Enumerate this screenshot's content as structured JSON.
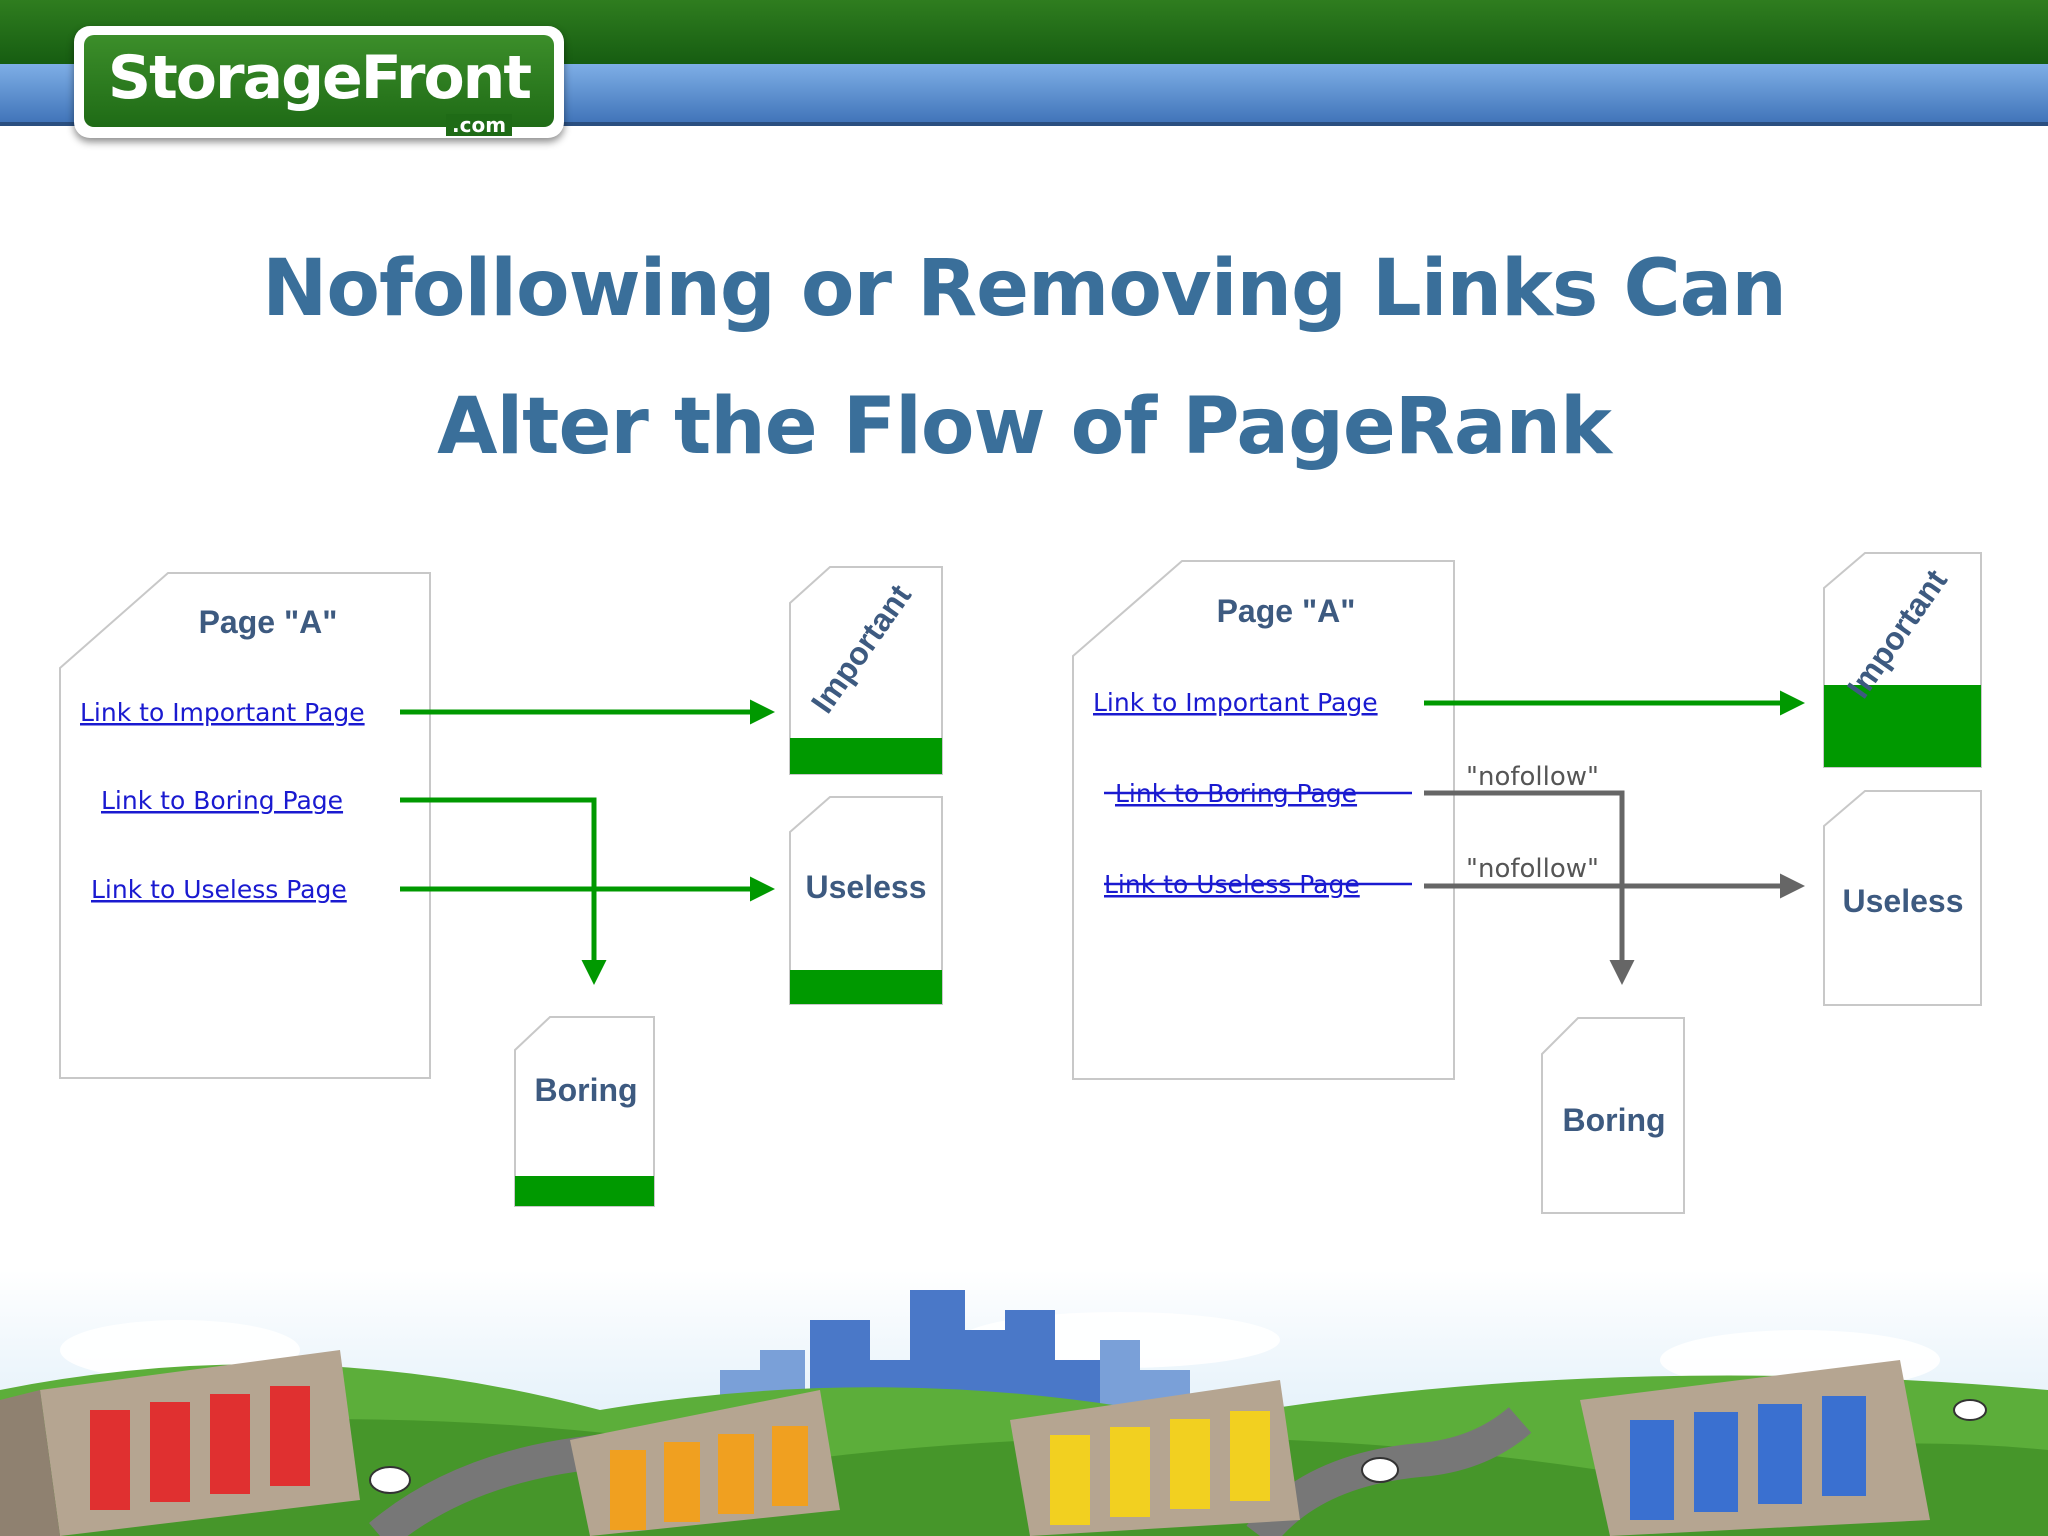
{
  "logo": {
    "name": "StorageFront",
    "domain": ".com"
  },
  "slide": {
    "title_line1": "Nofollowing or Removing Links Can",
    "title_line2": "Alter the Flow of PageRank"
  },
  "left_diagram": {
    "page_a_label": "Page \"A\"",
    "links": [
      "Link to Important Page",
      "Link to Boring Page",
      "Link to Useless Page"
    ],
    "targets": {
      "important": "Important",
      "useless": "Useless",
      "boring": "Boring"
    }
  },
  "right_diagram": {
    "page_a_label": "Page \"A\"",
    "links": [
      "Link to Important Page",
      "Link to Boring Page",
      "Link to Useless Page"
    ],
    "nofollow_labels": [
      "\"nofollow\"",
      "\"nofollow\""
    ],
    "targets": {
      "important": "Important",
      "useless": "Useless",
      "boring": "Boring"
    }
  },
  "colors": {
    "title": "#3a6f9a",
    "link": "#1a1ad0",
    "pagerank_fill": "#009900",
    "arrow_green": "#009900",
    "arrow_gray": "#666666",
    "target_label": "#3d5a80",
    "header_green": "#1f6b16",
    "header_blue": "#5e8fcf"
  }
}
